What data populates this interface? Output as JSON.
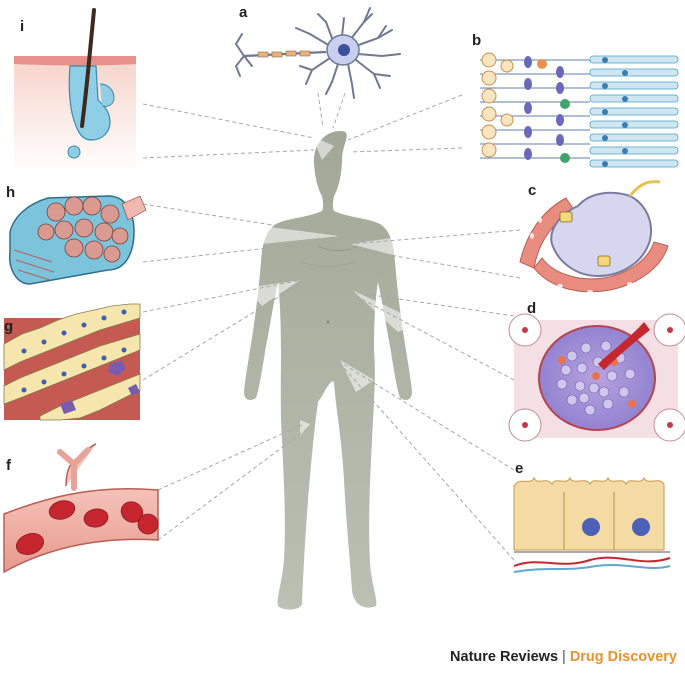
{
  "panels": [
    {
      "id": "a",
      "label": "a"
    },
    {
      "id": "b",
      "label": "b"
    },
    {
      "id": "c",
      "label": "c"
    },
    {
      "id": "d",
      "label": "d"
    },
    {
      "id": "e",
      "label": "e"
    },
    {
      "id": "f",
      "label": "f"
    },
    {
      "id": "g",
      "label": "g"
    },
    {
      "id": "h",
      "label": "h"
    },
    {
      "id": "i",
      "label": "i"
    }
  ],
  "footer": {
    "journal": "Nature Reviews",
    "separator": "|",
    "section": "Drug Discovery"
  },
  "colors": {
    "body": "#a9ad9f",
    "connector": "#a7a7a7",
    "skin": "#e9a89c",
    "cyan": "#8fcfe6",
    "blood": "#c6262e",
    "accent": "#e8922b"
  }
}
